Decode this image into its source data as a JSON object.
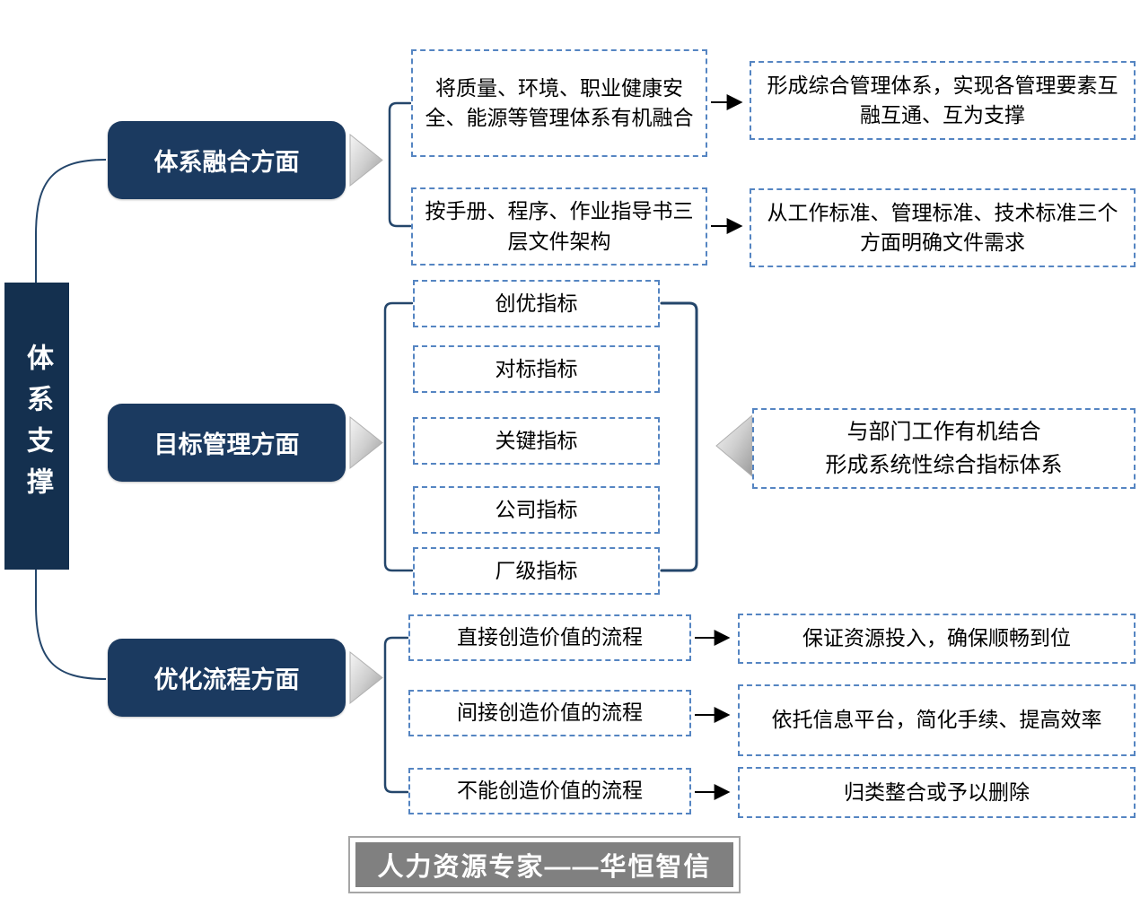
{
  "root": {
    "label": "体系支撑"
  },
  "sections": [
    {
      "label": "体系融合方面",
      "items": [
        {
          "text": "将质量、环境、职业健康安全、能源等管理体系有机融合",
          "result": "形成综合管理体系，实现各管理要素互融互通、互为支撑"
        },
        {
          "text": "按手册、程序、作业指导书三层文件架构",
          "result": "从工作标准、管理标准、技术标准三个方面明确文件需求"
        }
      ]
    },
    {
      "label": "目标管理方面",
      "indicators": [
        "创优指标",
        "对标指标",
        "关键指标",
        "公司指标",
        "厂级指标"
      ],
      "result_line1": "与部门工作有机结合",
      "result_line2": "形成系统性综合指标体系"
    },
    {
      "label": "优化流程方面",
      "items": [
        {
          "text": "直接创造价值的流程",
          "result": "保证资源投入，确保顺畅到位"
        },
        {
          "text": "间接创造价值的流程",
          "result": "依托信息平台，简化手续、提高效率"
        },
        {
          "text": "不能创造价值的流程",
          "result": "归类整合或予以删除"
        }
      ]
    }
  ],
  "footer": {
    "text": "人力资源专家——华恒智信"
  },
  "colors": {
    "navy": "#1B3A60",
    "navy_dark": "#14304F",
    "dashed_border": "#5585C2",
    "bracket": "#24466B",
    "chevron_gray": "#C9C9C9",
    "footer_gray": "#808080"
  }
}
